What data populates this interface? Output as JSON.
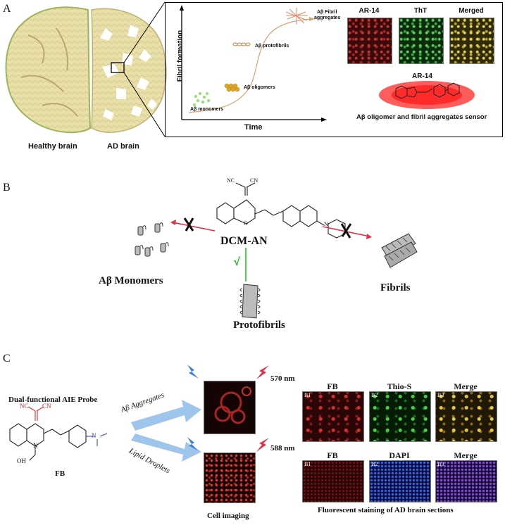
{
  "panel_a": {
    "letter": "A",
    "healthy_label": "Healthy brain",
    "ad_label": "AD brain",
    "y_axis": "Fibril formation",
    "x_axis": "Time",
    "curve_labels": {
      "monomers": "Aβ monomers",
      "oligomers": "Aβ oligomers",
      "protofibrils": "Aβ protofibrils",
      "fibril_line1": "Aβ Fibril",
      "fibril_line2": "aggregates"
    },
    "image_labels": [
      "AR-14",
      "ThT",
      "Merged"
    ],
    "probe_name": "AR-14",
    "sensor_caption": "Aβ oligomer and fibril aggregates sensor"
  },
  "panel_b": {
    "letter": "B",
    "nc1": "NC",
    "cn1": "CN",
    "heteroatom_o": "O",
    "heteroatom_n": "N",
    "compound": "DCM-AN",
    "check": "√",
    "monomers": "Aβ Monomers",
    "protofibrils": "Protofibrils",
    "fibrils": "Fibrils"
  },
  "panel_c": {
    "letter": "C",
    "probe_title": "Dual-functional AIE Probe",
    "nc": "NC",
    "cn": "CN",
    "n_atom": "N",
    "n_atom2": "N",
    "oh": "OH",
    "probe_name": "FB",
    "arrow_top": "Aβ Aggregates",
    "arrow_bottom": "Lipid Droplets",
    "wl_top": "570 nm",
    "wl_bottom": "588 nm",
    "cell_caption": "Cell imaging",
    "grid_top_labels": [
      "FB",
      "Thio-S",
      "Merge"
    ],
    "grid_top_sub": [
      "B1",
      "B2",
      "B3"
    ],
    "grid_bottom_labels": [
      "FB",
      "DAPI",
      "Merge"
    ],
    "grid_bottom_sub": [
      "B1",
      "B2",
      "B3"
    ],
    "grid_caption": "Fluorescent staining of AD brain sections"
  },
  "colors": {
    "arrow_red": "#e0304a",
    "check_green": "#1fc21f",
    "probe_red": "#e03030",
    "blue_arrow": "#9ec6ec"
  }
}
